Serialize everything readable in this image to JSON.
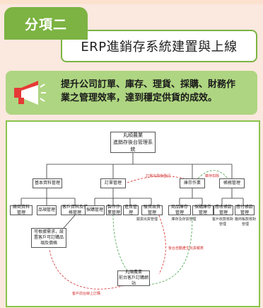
{
  "section": {
    "tab_label": "分項二",
    "title": "ERP進銷存系統建置與上線"
  },
  "notice": {
    "icon": "megaphone-icon",
    "text_line1": "提升公司訂單、庫存、理貨、採購、財務作",
    "text_line2": "業之管理效率，達到穩定供貨的成效。"
  },
  "diagram": {
    "root_line1": "丸順農業",
    "root_line2": "進銷存後台管理系統",
    "modules": {
      "basic": "基本資料管理",
      "order": "訂單管理",
      "stock": "庫存作業",
      "finance": "帳務管理"
    },
    "leaves": {
      "basic_1": "廠商資料管理",
      "basic_2": "品項管理",
      "basic_3": "客戶資料及價格管理",
      "order_1": "採購管理",
      "order_2": "製作作業管理",
      "order_3": "進貨管理",
      "order_4": "驗貨出貨管理",
      "stock_1": "商品庫存管理",
      "stock_2": "採購庫存管理",
      "finance_1": "應收帳款管理",
      "finance_2": "應付帳款管理"
    },
    "basic_note": "可根據需求，設置客戶可訂購品項及價格",
    "captions": {
      "order": "驗貨出貨管理",
      "stock": "庫存及存貨管理",
      "finance_1": "客戶收款核對管理",
      "finance_2": "廠商帳款核對管理"
    },
    "web_line1": "丸順農業",
    "web_line2": "前台客戶訂購網站",
    "red": {
      "a": "訂單出貨後登記",
      "b": "庫存扣除",
      "c": "後台自動產生出貨報表",
      "d": "客戶前台線上訂購"
    }
  },
  "colors": {
    "accent": "#7cb342",
    "notice_bg": "#aed581",
    "page_bg": "#fbe8df",
    "red_flow": "#d32f2f",
    "green_flow": "#43a047"
  }
}
